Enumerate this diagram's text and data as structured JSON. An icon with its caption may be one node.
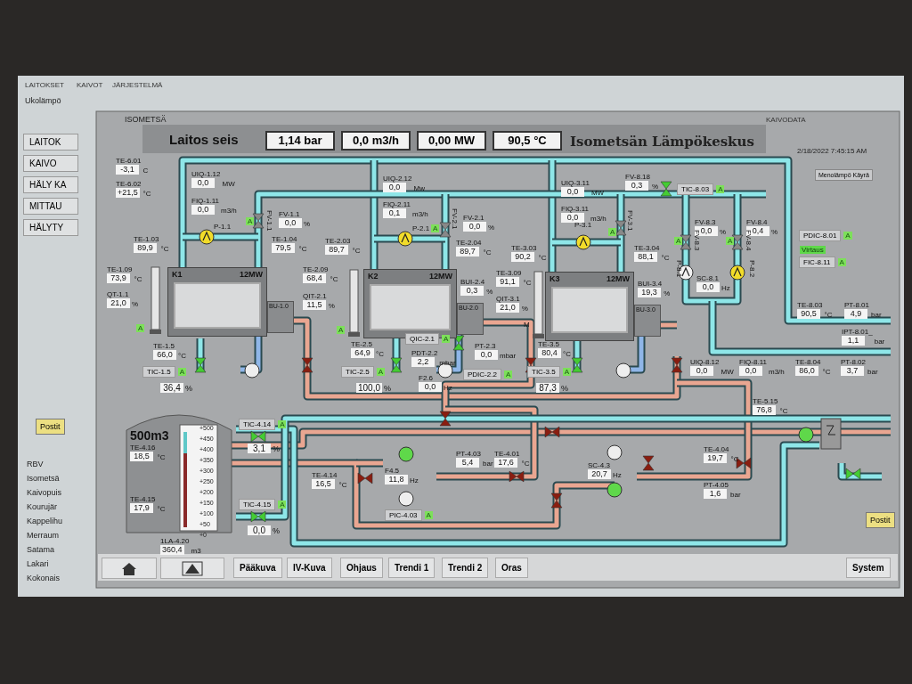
{
  "diagram": {
    "title": "Isometsän Lämpökeskus",
    "nodes": [
      {
        "text": [
          "1,14 bar"
        ]
      },
      {
        "text": [
          "0,0 m3/h"
        ]
      },
      {
        "text": [
          "0,00 MW"
        ]
      },
      {
        "text": [
          "90,5 °C"
        ]
      },
      {
        "text": [
          "TE-6.01",
          "-3,1"
        ],
        "beside": [
          "C"
        ]
      },
      {
        "text": [
          "TE-6.02",
          "+21,5"
        ],
        "beside": [
          "°C"
        ]
      },
      {
        "text": [
          "UIQ-1.12",
          "0,0"
        ],
        "beside": [
          "MW"
        ]
      },
      {
        "text": [
          "UIQ-2.12",
          "0,0"
        ],
        "beside": [
          "Mw"
        ]
      },
      {
        "text": [
          "UIQ-3.11",
          "0,0"
        ],
        "beside": [
          "MW"
        ]
      },
      {
        "text": [
          "FV-8.18",
          "0,3"
        ],
        "beside": [
          "%"
        ]
      },
      {
        "text": [
          "TIC-8.03"
        ],
        "beside": [
          "A"
        ]
      },
      {
        "text": [
          "FIQ-1.11",
          "0,0"
        ],
        "beside": [
          "m3/h"
        ]
      },
      {
        "text": [
          "FIQ-2.11",
          "0,1"
        ],
        "beside": [
          "m3/h"
        ]
      },
      {
        "text": [
          "FIQ-3.11",
          "0,0"
        ],
        "beside": [
          "m3/h"
        ]
      },
      {
        "text": [
          "FV-1.1",
          "0,0"
        ],
        "beside": [
          "%"
        ]
      },
      {
        "text": [
          "FV-2.1",
          "0,0"
        ],
        "beside": [
          "%"
        ]
      },
      {
        "text": [
          "FV-8.3",
          "0,0"
        ],
        "beside": [
          "%"
        ]
      },
      {
        "text": [
          "FV-8.4",
          "0,4"
        ],
        "beside": [
          "%"
        ]
      },
      {
        "text": [
          "PDIC-8.01"
        ],
        "beside": [
          "A"
        ]
      },
      {
        "text": [
          "TE-1.03",
          "89,9"
        ],
        "beside": [
          "°C"
        ]
      },
      {
        "text": [
          "TE-1.04",
          "79,5"
        ],
        "beside": [
          "°C"
        ]
      },
      {
        "text": [
          "TE-2.03",
          "89,7"
        ],
        "beside": [
          "°C"
        ]
      },
      {
        "text": [
          "TE-2.04",
          "89,7"
        ],
        "beside": [
          "°C"
        ]
      },
      {
        "text": [
          "TE-3.03",
          "90,2"
        ],
        "beside": [
          "°C"
        ]
      },
      {
        "text": [
          "TE-3.04",
          "88,1"
        ],
        "beside": [
          "°C"
        ]
      },
      {
        "text": [
          "FIC-8.11"
        ],
        "beside": [
          "A"
        ]
      },
      {
        "text": [
          "TE-1.09",
          "73,9"
        ],
        "beside": [
          "°C"
        ]
      },
      {
        "text": [
          "K1",
          "12MW"
        ]
      },
      {
        "text": [
          "TE-2.09",
          "68,4"
        ],
        "beside": [
          "°C"
        ]
      },
      {
        "text": [
          "K2",
          "12MW"
        ]
      },
      {
        "text": [
          "TE-3.09",
          "91,1"
        ],
        "beside": [
          "°C"
        ]
      },
      {
        "text": [
          "K3",
          "12MW"
        ]
      },
      {
        "text": [
          "SC-8.1",
          "0,0"
        ],
        "beside": [
          "Hz"
        ]
      },
      {
        "text": [
          "BUI-2.4",
          "0,3"
        ],
        "beside": [
          "%"
        ]
      },
      {
        "text": [
          "BUI-3.4",
          "19,3"
        ],
        "beside": [
          "%"
        ]
      },
      {
        "text": [
          "QT-1.1",
          "21,0"
        ],
        "beside": [
          "%"
        ]
      },
      {
        "text": [
          "QIT-2.1",
          "11,5"
        ],
        "beside": [
          "%"
        ]
      },
      {
        "text": [
          "QIT-3.1",
          "21,0"
        ],
        "beside": [
          "%"
        ]
      },
      {
        "text": [
          "TE-8.03",
          "90,5"
        ],
        "beside": [
          "°C"
        ]
      },
      {
        "text": [
          "PT-8.01",
          "4,9"
        ],
        "beside": [
          "bar"
        ]
      },
      {
        "text": [
          "BU-1.0"
        ]
      },
      {
        "text": [
          "BU-2.0"
        ]
      },
      {
        "text": [
          "BU-3.0"
        ]
      },
      {
        "text": [
          "PT-2.3",
          "0,0"
        ],
        "beside": [
          "mbar"
        ]
      },
      {
        "text": [
          "IPT-8.01_",
          "1,1"
        ],
        "beside": [
          "bar"
        ]
      },
      {
        "text": [
          "TE-1.5",
          "66,0"
        ],
        "beside": [
          "°C"
        ]
      },
      {
        "text": [
          "TE-2.5",
          "64,9"
        ],
        "beside": [
          "°C"
        ]
      },
      {
        "text": [
          "QIC-2.1"
        ],
        "beside": [
          "A"
        ]
      },
      {
        "text": [
          "TE-3.5",
          "80,4"
        ],
        "beside": [
          "°C"
        ]
      },
      {
        "text": [
          "PDT-2.2",
          "2,2"
        ],
        "beside": [
          "mbar"
        ]
      },
      {
        "text": [
          "UIQ-8.12",
          "0,0"
        ],
        "beside": [
          "MW"
        ]
      },
      {
        "text": [
          "FIQ-8.11",
          "0,0"
        ],
        "beside": [
          "m3/h"
        ]
      },
      {
        "text": [
          "TE-8.04",
          "86,0"
        ],
        "beside": [
          "°C"
        ]
      },
      {
        "text": [
          "PT-8.02",
          "3,7"
        ],
        "beside": [
          "bar"
        ]
      },
      {
        "text": [
          "TIC-1.5"
        ],
        "beside": [
          "A"
        ]
      },
      {
        "text": [
          "TIC-2.5"
        ],
        "beside": [
          "A"
        ]
      },
      {
        "text": [
          "PDIC-2.2"
        ],
        "beside": [
          "A"
        ]
      },
      {
        "text": [
          "TIC-3.5"
        ],
        "beside": [
          "A"
        ]
      },
      {
        "text": [
          "F2.6",
          "0,0"
        ],
        "beside": [
          "Hz"
        ]
      },
      {
        "text": [
          "500m3"
        ]
      },
      {
        "text": [
          "TE-4.16",
          "18,5"
        ],
        "beside": [
          "°C"
        ],
        "in": 59
      },
      {
        "text": [
          "TE-4.15",
          "17,9"
        ],
        "beside": [
          "°C"
        ],
        "in": 59
      },
      {
        "text": [
          "TIC-4.14"
        ],
        "beside": [
          "A"
        ]
      },
      {
        "text": [
          "TE-5.15",
          "76,8"
        ],
        "beside": [
          "°C"
        ]
      },
      {
        "text": [
          "TE-4.14",
          "16,5"
        ],
        "beside": [
          "°C"
        ]
      },
      {
        "text": [
          "PT-4.03",
          "5,4"
        ],
        "beside": [
          "bar"
        ]
      },
      {
        "text": [
          "TE-4.01",
          "17,6"
        ],
        "beside": [
          "°C"
        ]
      },
      {
        "text": [
          "TE-4.04",
          "19,7"
        ],
        "beside": [
          "°C"
        ]
      },
      {
        "text": [
          "F4.5",
          "11,8"
        ],
        "beside": [
          "Hz"
        ]
      },
      {
        "text": [
          "SC-4.3",
          "20,7"
        ],
        "beside": [
          "Hz"
        ]
      },
      {
        "text": [
          "PT-4.05",
          "1,6"
        ],
        "beside": [
          "bar"
        ]
      },
      {
        "text": [
          "PIC-4.03"
        ],
        "beside": [
          "A"
        ]
      },
      {
        "text": [
          "TIC-4.15"
        ],
        "beside": [
          "A"
        ]
      },
      {
        "text": [
          "1LA-4.20",
          "360,4"
        ],
        "beside": [
          "m3"
        ]
      },
      {
        "text": [
          "36,4"
        ],
        "beside": [
          "%"
        ]
      },
      {
        "text": [
          "100,0"
        ],
        "beside": [
          "%"
        ]
      },
      {
        "text": [
          "87,3"
        ],
        "beside": [
          "%"
        ]
      },
      {
        "text": [
          "3,1"
        ],
        "beside": [
          "%"
        ]
      },
      {
        "text": [
          "0,0"
        ],
        "beside": [
          "%"
        ]
      }
    ],
    "labels": [
      "LAITOKSET",
      "KAIVOT",
      "JÄRJESTELMÄ",
      "Ukolämpö",
      "KAIVODATA",
      "LAITOK",
      "KAIVO",
      "HÄLY KA",
      "MITTAU",
      "HÄLYTY",
      "Postit",
      "RBV",
      "Isometsä",
      "Kaivopuis",
      "Kourujär",
      "Kappelihu",
      "Merraum",
      "Satama",
      "Lakari",
      "Kokonais",
      "ISOMETSÄ",
      "Laitos seis",
      "2/18/2022 7:45:15 AM",
      "Menolämpö Käyrä",
      "P-1.1",
      "FV-1.1",
      "A",
      "P-2.1",
      "FV-2.1",
      "A",
      "P-3.1",
      "FV-3.1",
      "A",
      "FV-8.3",
      "A",
      "FV-8.4",
      "A",
      "P-8.1",
      "P-8.2",
      "Virtaus",
      "A",
      "A",
      "M",
      "+500",
      "+450",
      "+400",
      "+350",
      "+300",
      "+250",
      "+200",
      "+150",
      "+100",
      "+50",
      "+0",
      "Pääkuva",
      "IV-Kuva",
      "Ohjaus",
      "Trendi 1",
      "Trendi 2",
      "Oras",
      "System",
      "Postit"
    ]
  }
}
